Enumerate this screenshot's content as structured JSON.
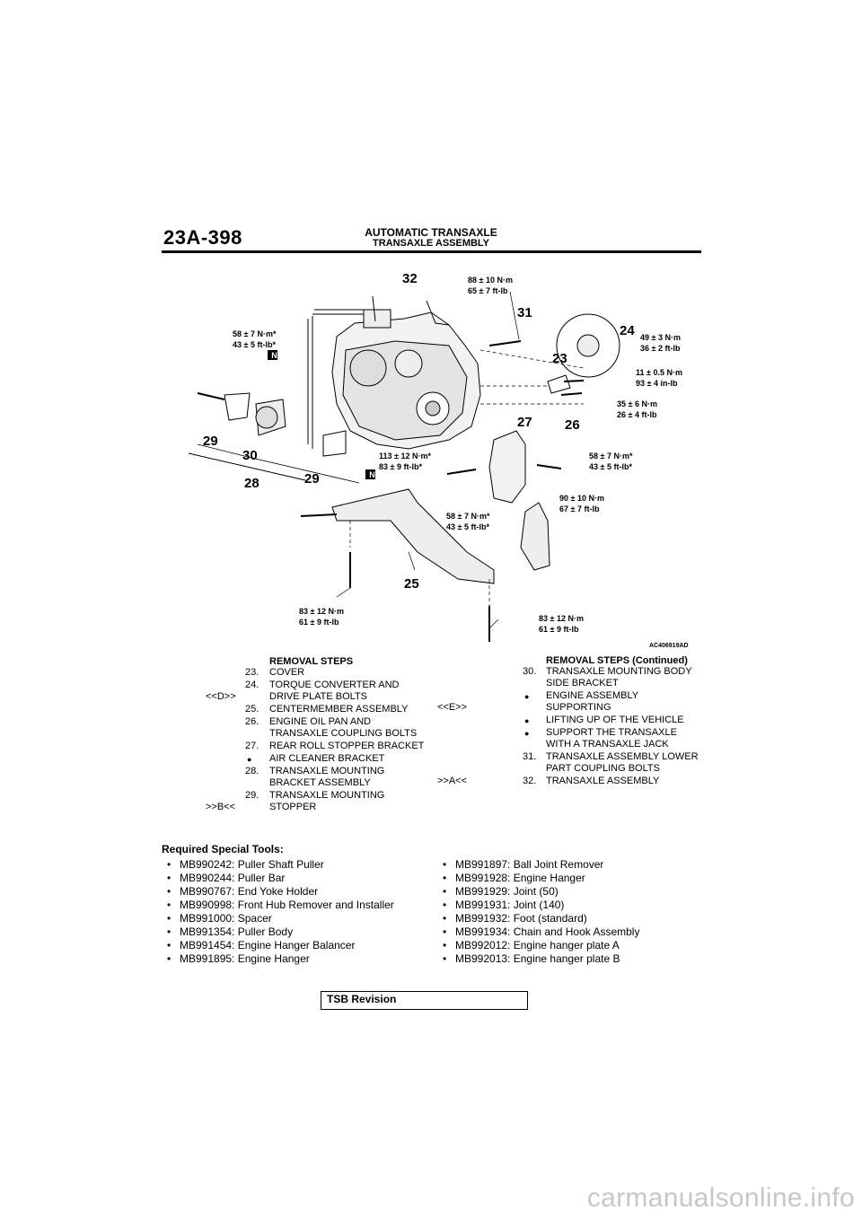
{
  "header": {
    "page_number": "23A-398",
    "section": "AUTOMATIC TRANSAXLE",
    "subsection": "TRANSAXLE ASSEMBLY"
  },
  "diagram": {
    "figure_id": "AC406919AD",
    "part_numbers": [
      "32",
      "31",
      "24",
      "23",
      "26",
      "27",
      "29",
      "30",
      "29",
      "28",
      "25"
    ],
    "torque_labels": [
      {
        "l1": "88 ± 10 N·m",
        "l2": "65 ± 7 ft-lb"
      },
      {
        "l1": "58 ± 7 N·m*",
        "l2": "43 ± 5 ft-lb*"
      },
      {
        "l1": "49 ± 3 N·m",
        "l2": "36 ± 2 ft-lb"
      },
      {
        "l1": "11 ± 0.5 N·m",
        "l2": "93 ± 4 in-lb"
      },
      {
        "l1": "35 ± 6 N·m",
        "l2": "26 ± 4 ft-lb"
      },
      {
        "l1": "113 ± 12 N·m*",
        "l2": "83 ± 9 ft-lb*"
      },
      {
        "l1": "58 ± 7 N·m*",
        "l2": "43 ± 5 ft-lb*"
      },
      {
        "l1": "90 ± 10 N·m",
        "l2": "67 ± 7 ft-lb"
      },
      {
        "l1": "58 ± 7 N·m*",
        "l2": "43 ± 5 ft-lb*"
      },
      {
        "l1": "83 ± 12 N·m",
        "l2": "61 ± 9 ft-lb"
      },
      {
        "l1": "83 ± 12 N·m",
        "l2": "61 ± 9 ft-lb"
      }
    ],
    "n_marks": [
      "N",
      "N"
    ]
  },
  "removal_steps": {
    "title": "REMOVAL STEPS",
    "items": [
      {
        "ref": "",
        "num": "23.",
        "text": [
          "COVER"
        ],
        "bullet": false
      },
      {
        "ref": "<<D>>",
        "num": "24.",
        "text": [
          "TORQUE CONVERTER AND",
          "DRIVE PLATE BOLTS"
        ],
        "bullet": false
      },
      {
        "ref": "",
        "num": "25.",
        "text": [
          "CENTERMEMBER ASSEMBLY"
        ],
        "bullet": false
      },
      {
        "ref": "",
        "num": "26.",
        "text": [
          "ENGINE OIL PAN AND",
          "TRANSAXLE  COUPLING BOLTS"
        ],
        "bullet": false
      },
      {
        "ref": "",
        "num": "27.",
        "text": [
          "REAR ROLL STOPPER BRACKET"
        ],
        "bullet": false
      },
      {
        "ref": "",
        "num": "",
        "text": [
          "AIR CLEANER BRACKET"
        ],
        "bullet": true
      },
      {
        "ref": "",
        "num": "28.",
        "text": [
          "TRANSAXLE MOUNTING",
          "BRACKET ASSEMBLY"
        ],
        "bullet": false
      },
      {
        "ref": ">>B<<",
        "num": "29.",
        "text": [
          "TRANSAXLE MOUNTING",
          "STOPPER"
        ],
        "bullet": false
      }
    ]
  },
  "removal_steps_continued": {
    "title": "REMOVAL STEPS (Continued)",
    "items": [
      {
        "ref": "",
        "num": "30.",
        "text": [
          "TRANSAXLE MOUNTING BODY",
          "SIDE BRACKET"
        ],
        "bullet": false
      },
      {
        "ref": "<<E>>",
        "num": "",
        "text": [
          "ENGINE ASSEMBLY",
          "SUPPORTING"
        ],
        "bullet": true
      },
      {
        "ref": "",
        "num": "",
        "text": [
          "LIFTING UP OF THE VEHICLE"
        ],
        "bullet": true
      },
      {
        "ref": "",
        "num": "",
        "text": [
          "SUPPORT THE TRANSAXLE",
          "WITH A TRANSAXLE JACK"
        ],
        "bullet": true
      },
      {
        "ref": "",
        "num": "31.",
        "text": [
          "TRANSAXLE ASSEMBLY LOWER",
          "PART COUPLING BOLTS"
        ],
        "bullet": false
      },
      {
        "ref": ">>A<<",
        "num": "32.",
        "text": [
          "TRANSAXLE ASSEMBLY"
        ],
        "bullet": false
      }
    ]
  },
  "tools": {
    "title": "Required Special Tools:",
    "left": [
      "MB990242: Puller Shaft Puller",
      "MB990244: Puller Bar",
      "MB990767: End Yoke Holder",
      "MB990998: Front Hub Remover and Installer",
      "MB991000: Spacer",
      "MB991354: Puller Body",
      "MB991454: Engine Hanger Balancer",
      "MB991895: Engine Hanger"
    ],
    "right": [
      "MB991897: Ball Joint Remover",
      "MB991928: Engine Hanger",
      "MB991929: Joint (50)",
      "MB991931: Joint (140)",
      "MB991932: Foot (standard)",
      "MB991934: Chain and Hook Assembly",
      "MB992012: Engine hanger plate A",
      "MB992013: Engine hanger plate B"
    ]
  },
  "footer": {
    "tsb_label": "TSB Revision",
    "watermark": "carmanualsonline.info"
  }
}
